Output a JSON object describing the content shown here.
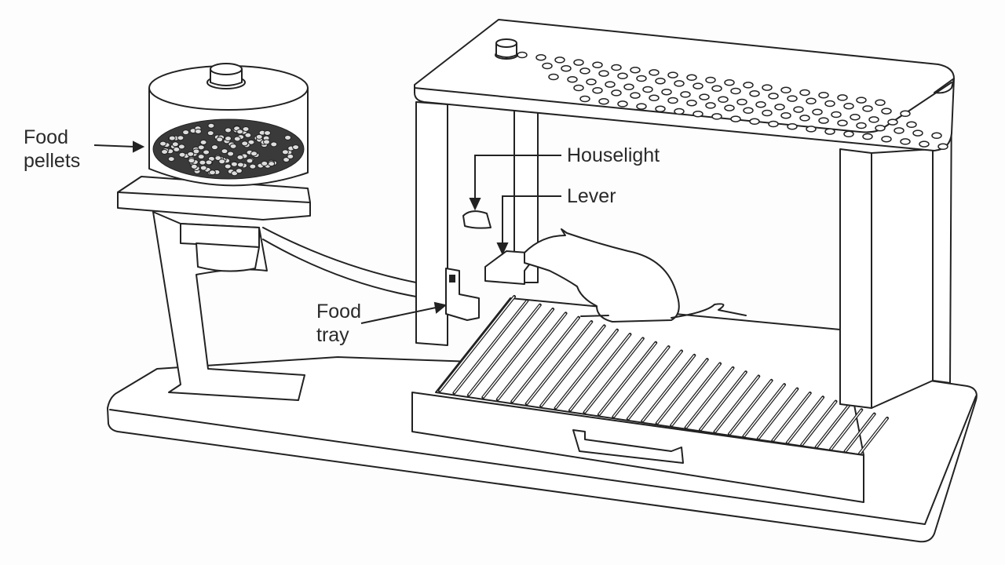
{
  "diagram": {
    "labels": {
      "food_pellets": [
        "Food",
        "pellets"
      ],
      "houselight": "Houselight",
      "lever": "Lever",
      "food_tray": [
        "Food",
        "tray"
      ]
    },
    "colors": {
      "line": "#222222",
      "background": "#fdfdfd",
      "pellets": "#3a3a3a"
    }
  }
}
